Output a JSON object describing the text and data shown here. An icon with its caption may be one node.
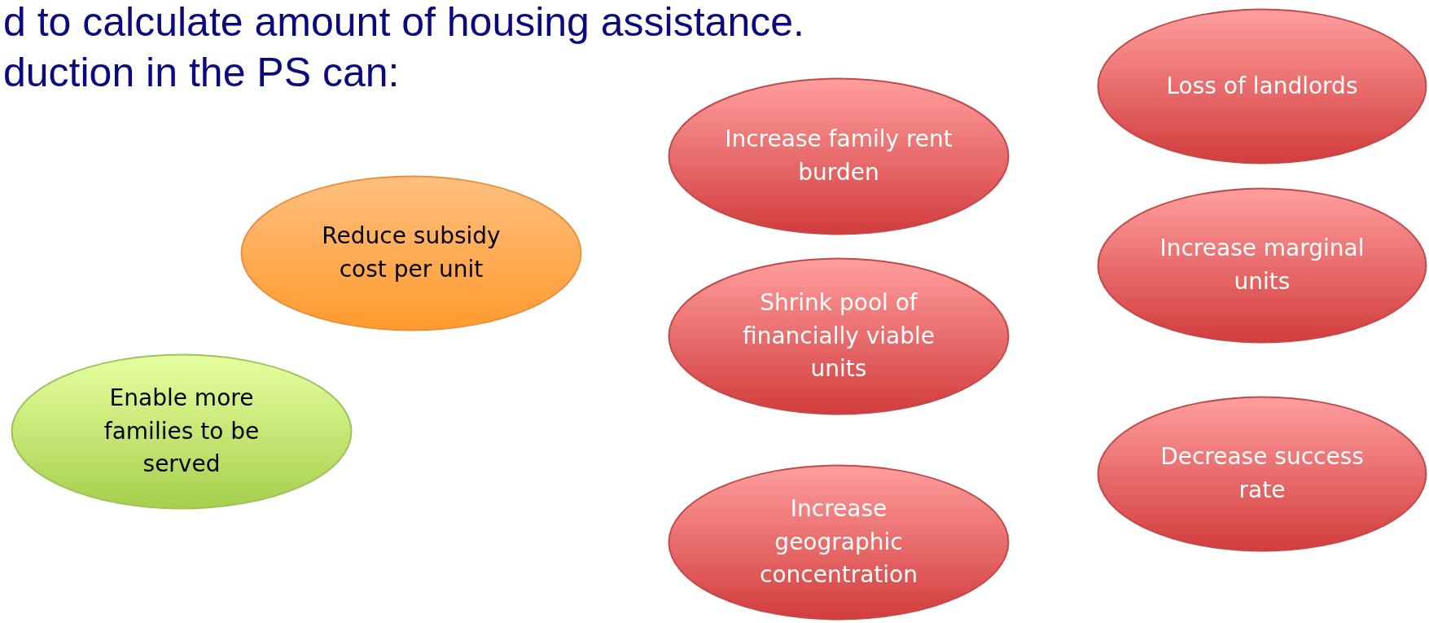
{
  "diagram": {
    "nodes": [
      {
        "text": [
          "Reduce subsidy cost per unit"
        ]
      },
      {
        "text": [
          "Enable more families to be served"
        ]
      },
      {
        "text": [
          "Increase family rent burden"
        ]
      },
      {
        "text": [
          "Shrink pool of financially viable units"
        ]
      },
      {
        "text": [
          "Increase geographic concentration"
        ]
      },
      {
        "text": [
          "Loss of landlords"
        ]
      },
      {
        "text": [
          "Increase marginal units"
        ]
      },
      {
        "text": [
          "Decrease success rate"
        ]
      }
    ],
    "labels": [
      "d to calculate amount of housing assistance.",
      "duction in the PS can:"
    ]
  }
}
